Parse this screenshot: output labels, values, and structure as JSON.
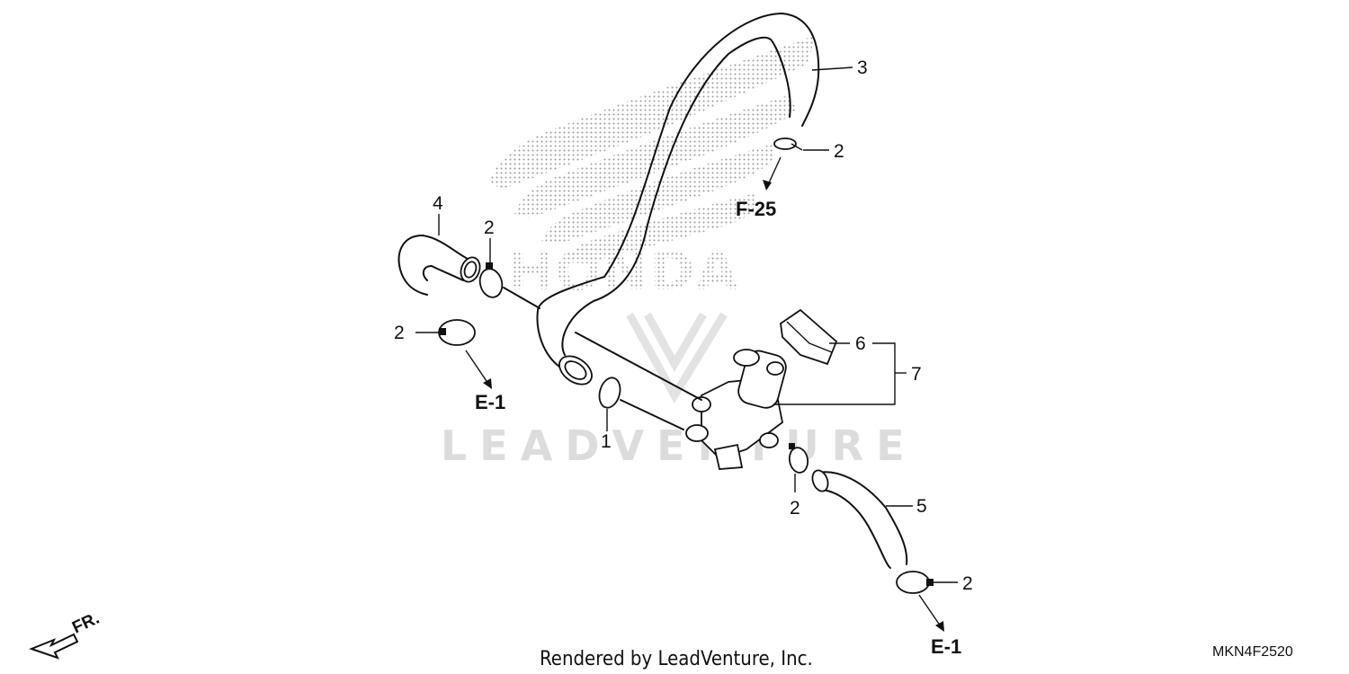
{
  "diagram": {
    "callouts": {
      "c1": "1",
      "c2a": "2",
      "c2b": "2",
      "c2c": "2",
      "c2d": "2",
      "c2e": "2",
      "c3": "3",
      "c4": "4",
      "c5": "5",
      "c6": "6",
      "c7": "7"
    },
    "references": {
      "f25": "F-25",
      "e1_left": "E-1",
      "e1_right": "E-1"
    },
    "watermark": {
      "brand": "HONDA",
      "dealer": "LEADVENTURE"
    },
    "direction_label": "FR.",
    "footer": {
      "rendered_by": "Rendered by LeadVenture, Inc.",
      "diagram_code": "MKN4F2520"
    }
  }
}
